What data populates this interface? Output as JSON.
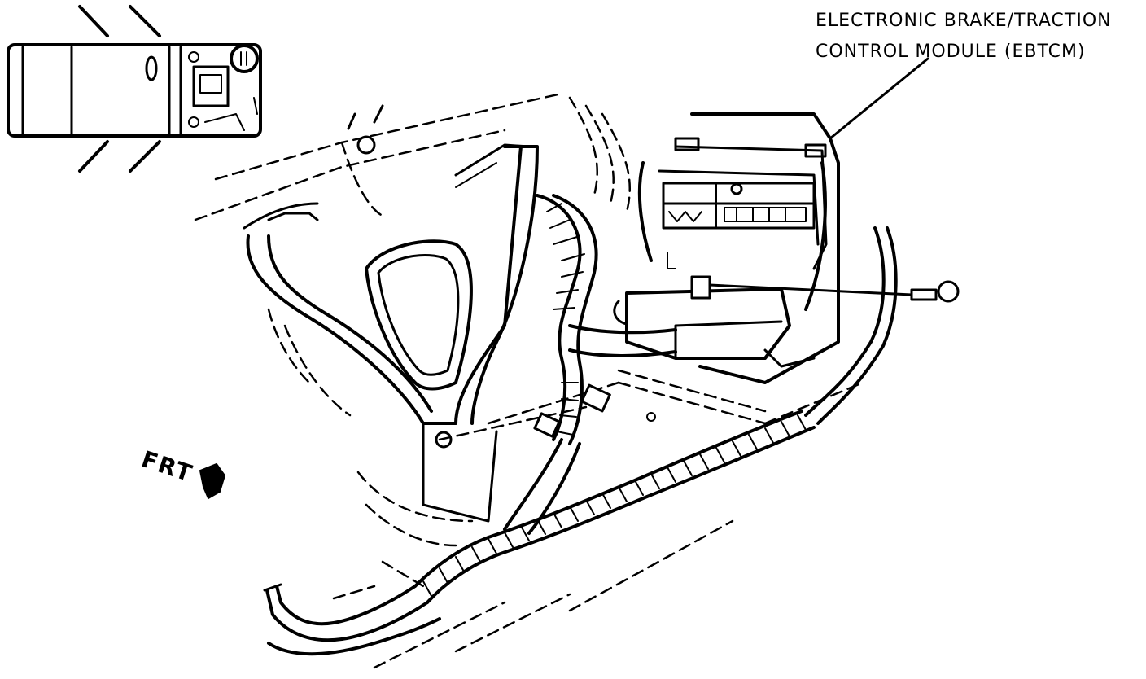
{
  "callout": {
    "line1": "ELECTRONIC BRAKE/TRACTION",
    "line2": "CONTROL MODULE (EBTCM)"
  },
  "direction_label": "FRT"
}
